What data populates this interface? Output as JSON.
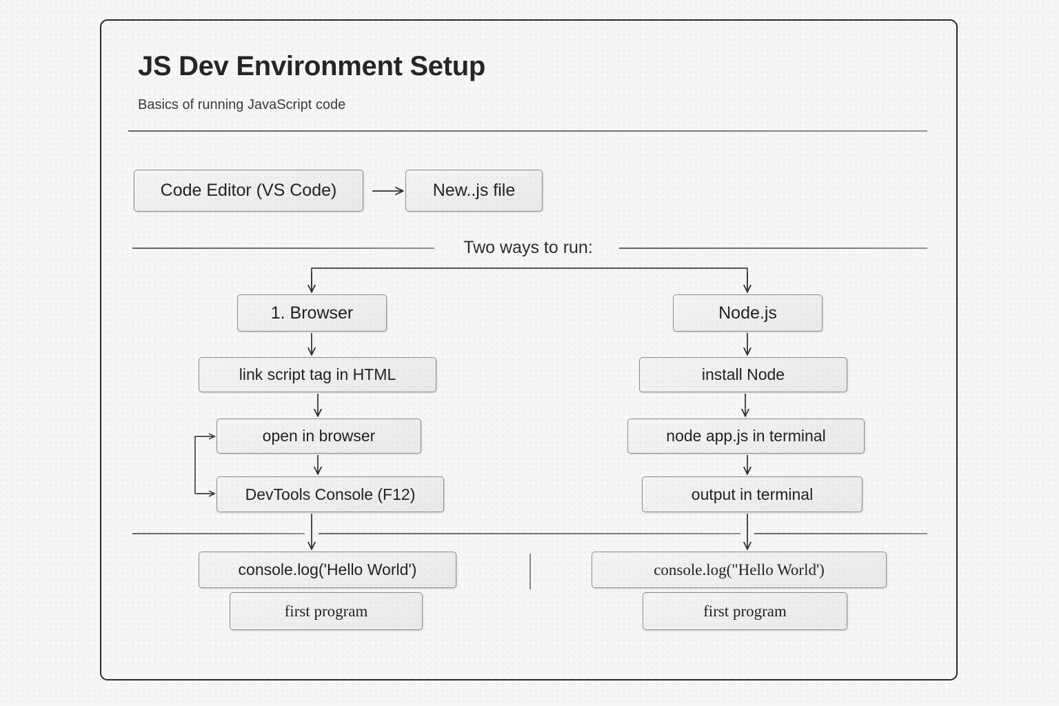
{
  "page": {
    "title": "JS Dev Environment Setup",
    "subtitle": "Basics of running JavaScript code",
    "section_label": "Two ways to run:"
  },
  "colors": {
    "background": "#f7f5f6",
    "frame_border": "#27262b",
    "node_fill": "#eeeeef",
    "node_border": "#8b8893",
    "text": "#1f1e23",
    "rule": "#6b6875"
  },
  "flow": {
    "setup_row": [
      {
        "id": "editor",
        "label": "Code Editor (VS Code)"
      },
      {
        "id": "newfile",
        "label": "New..js file"
      }
    ],
    "branches": [
      {
        "id": "browser",
        "head": "1. Browser",
        "steps": [
          {
            "id": "link",
            "label": "link script tag in HTML"
          },
          {
            "id": "open",
            "label": "open in browser"
          },
          {
            "id": "devtools",
            "label": "DevTools Console (F12)"
          }
        ],
        "result": "console.log('Hello World')",
        "result_note": "first program"
      },
      {
        "id": "node",
        "head": "Node.js",
        "steps": [
          {
            "id": "install",
            "label": "install Node"
          },
          {
            "id": "nodeapp",
            "label": "node app.js in terminal"
          },
          {
            "id": "output",
            "label": "output in terminal"
          }
        ],
        "result": "console.log(\"Hello World')",
        "result_note": "first program"
      }
    ]
  }
}
